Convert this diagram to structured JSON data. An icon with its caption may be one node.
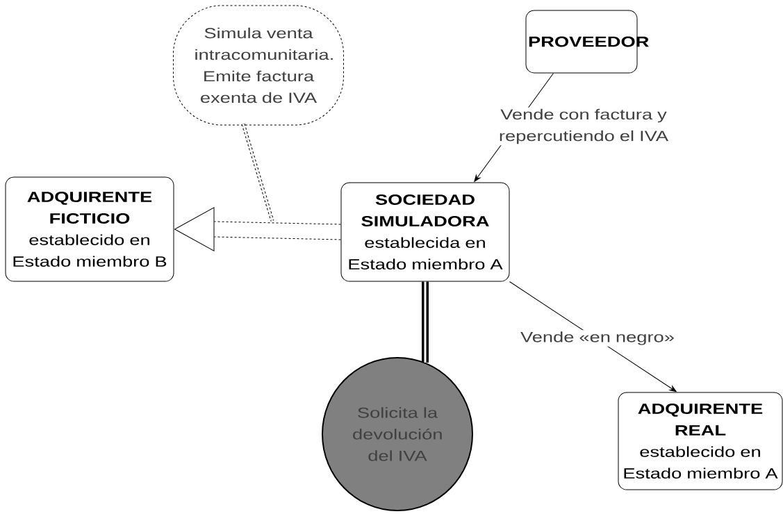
{
  "diagram": {
    "nodes": [
      {
        "text": [
          "PROVEEDOR"
        ]
      },
      {
        "text": [
          "Simula venta intracomunitaria. Emite factura exenta de IVA"
        ]
      },
      {
        "text": [
          "ADQUIRENTE FICTICIO",
          "establecido en Estado miembro B"
        ]
      },
      {
        "text": [
          "SOCIEDAD SIMULADORA",
          "establecida en Estado miembro A"
        ]
      },
      {
        "text": [
          "Solicita la devolución del IVA"
        ]
      },
      {
        "text": [
          "ADQUIRENTE REAL",
          "establecido en Estado miembro A"
        ]
      }
    ],
    "edges": [
      {
        "from": 0,
        "to": 3,
        "arrow": "to",
        "label": "Vende con factura y repercutiendo el IVA"
      },
      {
        "from": 3,
        "to": 2,
        "arrow": "to",
        "style": "dashed"
      },
      {
        "from": 1,
        "to": null,
        "arrow": "none",
        "style": "dashed"
      },
      {
        "from": 3,
        "to": 4,
        "arrow": "none",
        "style": "thick"
      },
      {
        "from": 3,
        "to": 5,
        "arrow": "to",
        "label": "Vende «en negro»"
      }
    ]
  }
}
